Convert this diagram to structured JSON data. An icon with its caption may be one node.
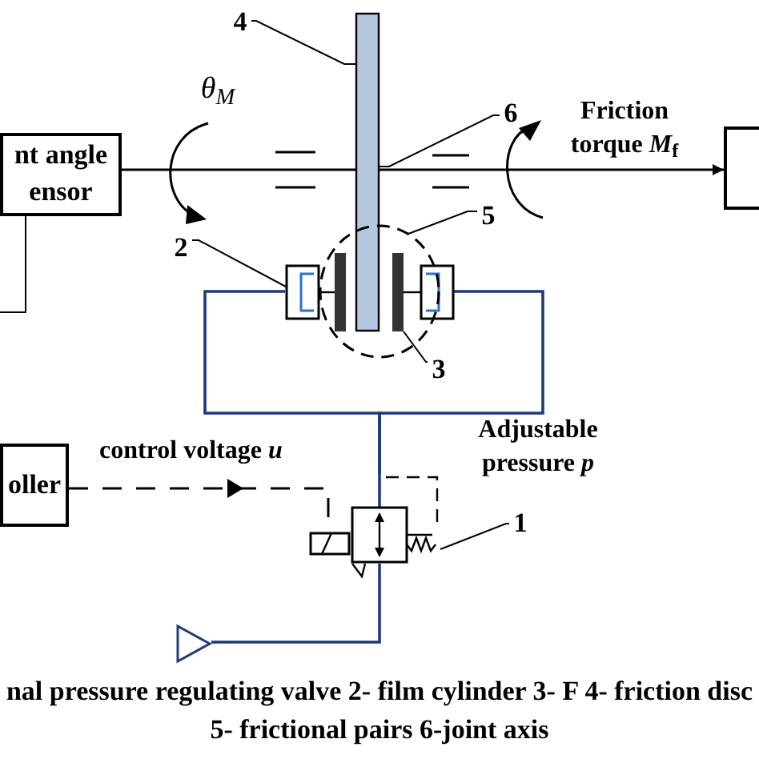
{
  "diagram": {
    "caption": "nal pressure regulating valve 2- film cylinder 3- F 4- friction disc 5- frictional pairs 6-joint axis",
    "nodes": [
      {
        "text": [
          "nt angle ensor"
        ]
      },
      {
        "text": [],
        "shape": "box"
      },
      {
        "text": [],
        "shape": "bar"
      },
      {
        "text": [
          "4"
        ]
      },
      {
        "text": [
          "6"
        ]
      },
      {
        "text": [
          "5"
        ]
      },
      {
        "text": [
          "2"
        ]
      },
      {
        "text": [
          "3"
        ]
      },
      {
        "text": [
          "1"
        ]
      },
      {
        "text": [
          "oller"
        ]
      },
      {
        "text": [],
        "shape": "box"
      },
      {
        "text": [],
        "shape": "triangle"
      },
      {
        "text": [],
        "shape": "box"
      },
      {
        "text": [],
        "shape": "box"
      },
      {
        "text": [],
        "shape": "circle"
      },
      {
        "text": [],
        "shape": "box"
      }
    ],
    "edges": [
      {
        "from": 0,
        "to": 2,
        "arrow": "none"
      },
      {
        "from": 3,
        "to": 2,
        "arrow": "none"
      },
      {
        "from": 4,
        "to": 2,
        "arrow": "none"
      },
      {
        "from": 5,
        "to": 14,
        "arrow": "none"
      },
      {
        "from": 6,
        "to": 12,
        "arrow": "none"
      },
      {
        "from": 7,
        "to": 14,
        "arrow": "none"
      },
      {
        "from": 8,
        "to": 15,
        "arrow": "none"
      },
      {
        "from": 9,
        "to": 10,
        "arrow": "to",
        "style": "dashed",
        "label": "control voltage *u*"
      },
      {
        "from": 12,
        "to": 15,
        "arrow": "none",
        "color": "#1f3a7a"
      },
      {
        "from": 13,
        "to": 15,
        "arrow": "none",
        "color": "#1f3a7a"
      },
      {
        "from": 15,
        "to": 11,
        "arrow": "none",
        "color": "#1f3a7a"
      },
      {
        "from": 0,
        "to": null,
        "arrow": "none"
      },
      {
        "from": 2,
        "to": 1,
        "arrow": "to"
      }
    ],
    "labels": [
      "θ$_{M}$",
      "Friction torque *M*$_{f}$",
      "Adjustable pressure *p*"
    ]
  }
}
